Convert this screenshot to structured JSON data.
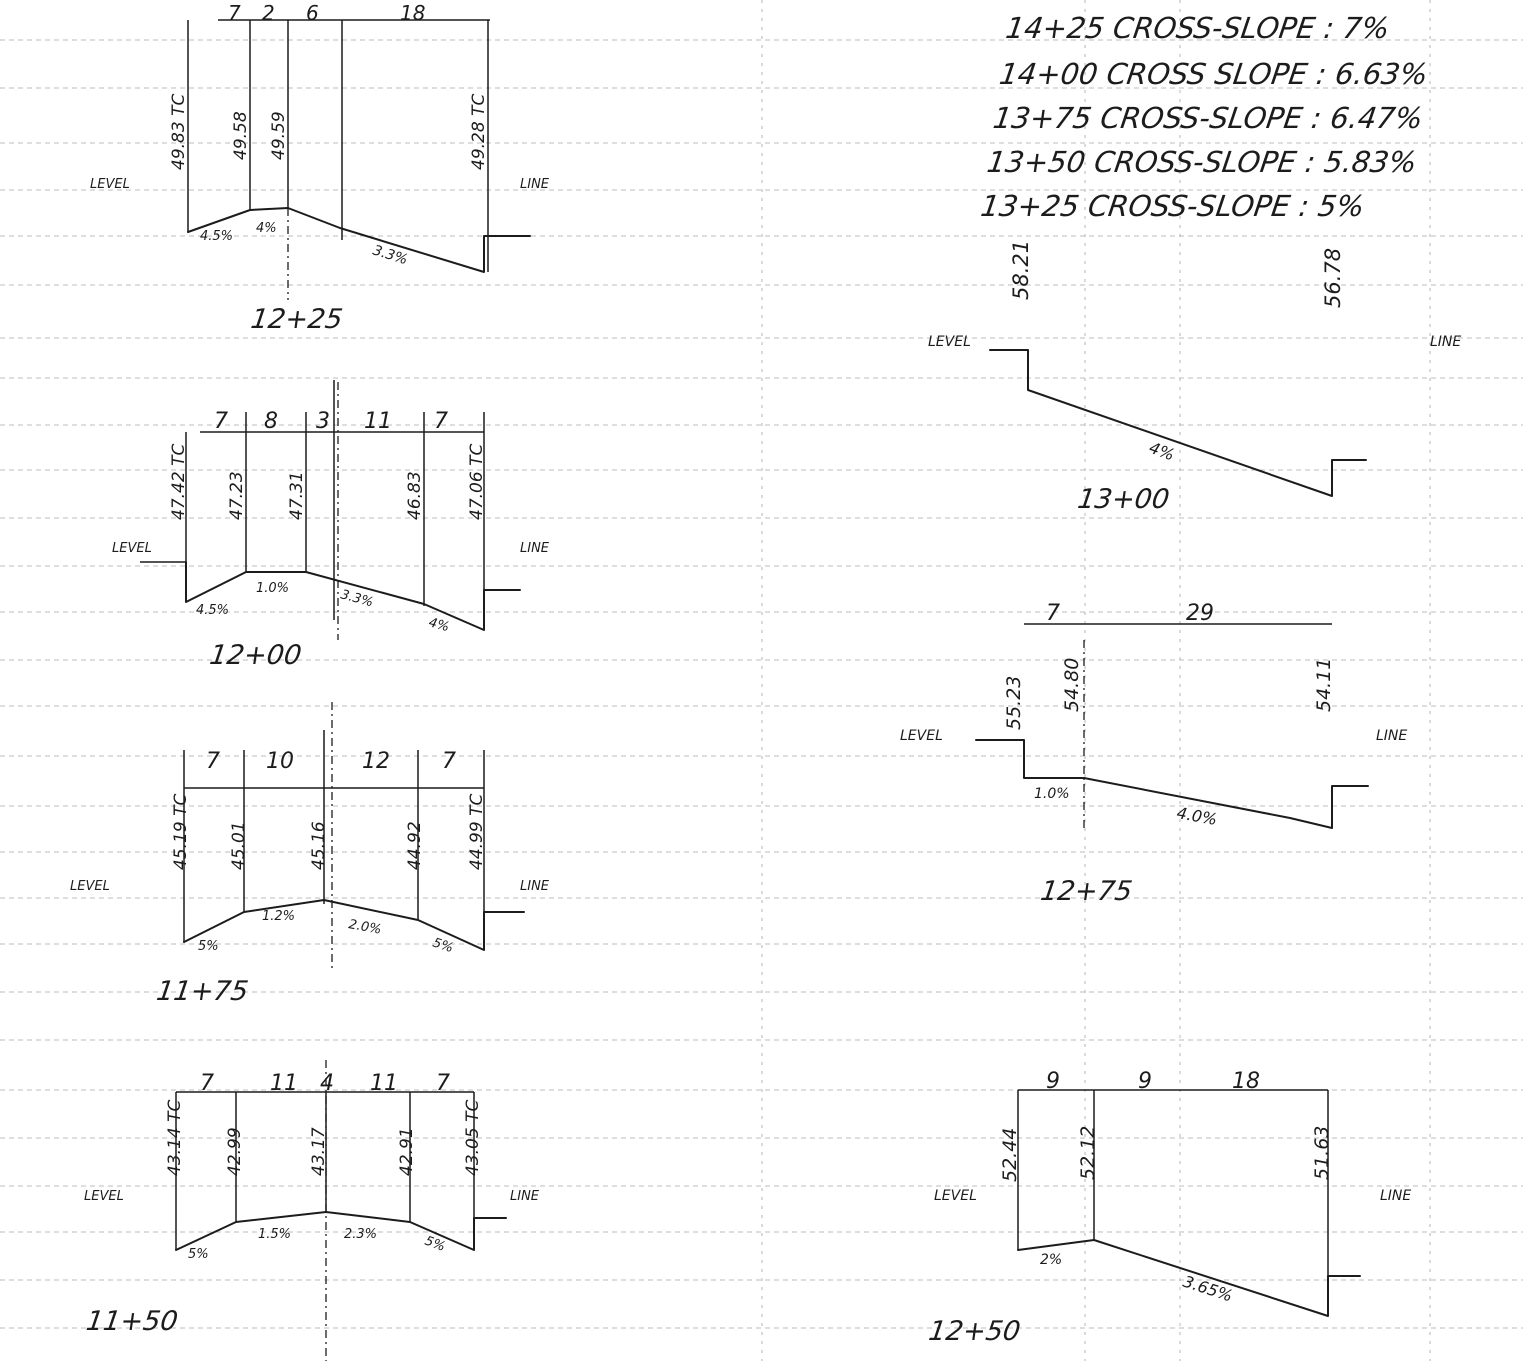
{
  "notes": [
    "14+25 CROSS-SLOPE : 7%",
    "14+00 CROSS SLOPE : 6.63%",
    "13+75 CROSS-SLOPE : 6.47%",
    "13+50 CROSS-SLOPE : 5.83%",
    "13+25 CROSS-SLOPE : 5%"
  ],
  "level_label": "LEVEL",
  "line_label": "LINE",
  "sections": [
    {
      "station": "12+25",
      "widths": [
        "7",
        "2",
        "6",
        "18"
      ],
      "elevations": [
        "49.83 TC",
        "49.58",
        "49.59",
        "49.28 TC"
      ],
      "slopes": [
        "4.5%",
        "4%",
        "3.3%"
      ]
    },
    {
      "station": "12+00",
      "widths": [
        "7",
        "8",
        "3",
        "11",
        "7"
      ],
      "elevations": [
        "47.42 TC",
        "47.23",
        "47.31",
        "46.83",
        "47.06 TC"
      ],
      "slopes": [
        "4.5%",
        "1.0%",
        "3.3%",
        "4%"
      ]
    },
    {
      "station": "11+75",
      "widths": [
        "7",
        "10",
        "12",
        "7"
      ],
      "elevations": [
        "45.19 TC",
        "45.01",
        "45.16",
        "44.92",
        "44.99 TC"
      ],
      "slopes": [
        "5%",
        "1.2%",
        "2.0%",
        "5%"
      ]
    },
    {
      "station": "11+50",
      "widths": [
        "7",
        "11",
        "4",
        "11",
        "7"
      ],
      "elevations": [
        "43.14 TC",
        "42.99",
        "43.17",
        "42.91",
        "43.05 TC"
      ],
      "slopes": [
        "5%",
        "1.5%",
        "2.3%",
        "5%"
      ]
    },
    {
      "station": "13+00",
      "elevations": [
        "58.21",
        "56.78"
      ],
      "slopes": [
        "4%"
      ]
    },
    {
      "station": "12+75",
      "widths": [
        "7",
        "29"
      ],
      "elevations": [
        "55.23",
        "54.80",
        "54.11"
      ],
      "slopes": [
        "1.0%",
        "4.0%"
      ]
    },
    {
      "station": "12+50",
      "widths": [
        "9",
        "9",
        "18"
      ],
      "elevations": [
        "52.44",
        "52.12",
        "51.63"
      ],
      "slopes": [
        "2%",
        "3.65%"
      ]
    }
  ]
}
